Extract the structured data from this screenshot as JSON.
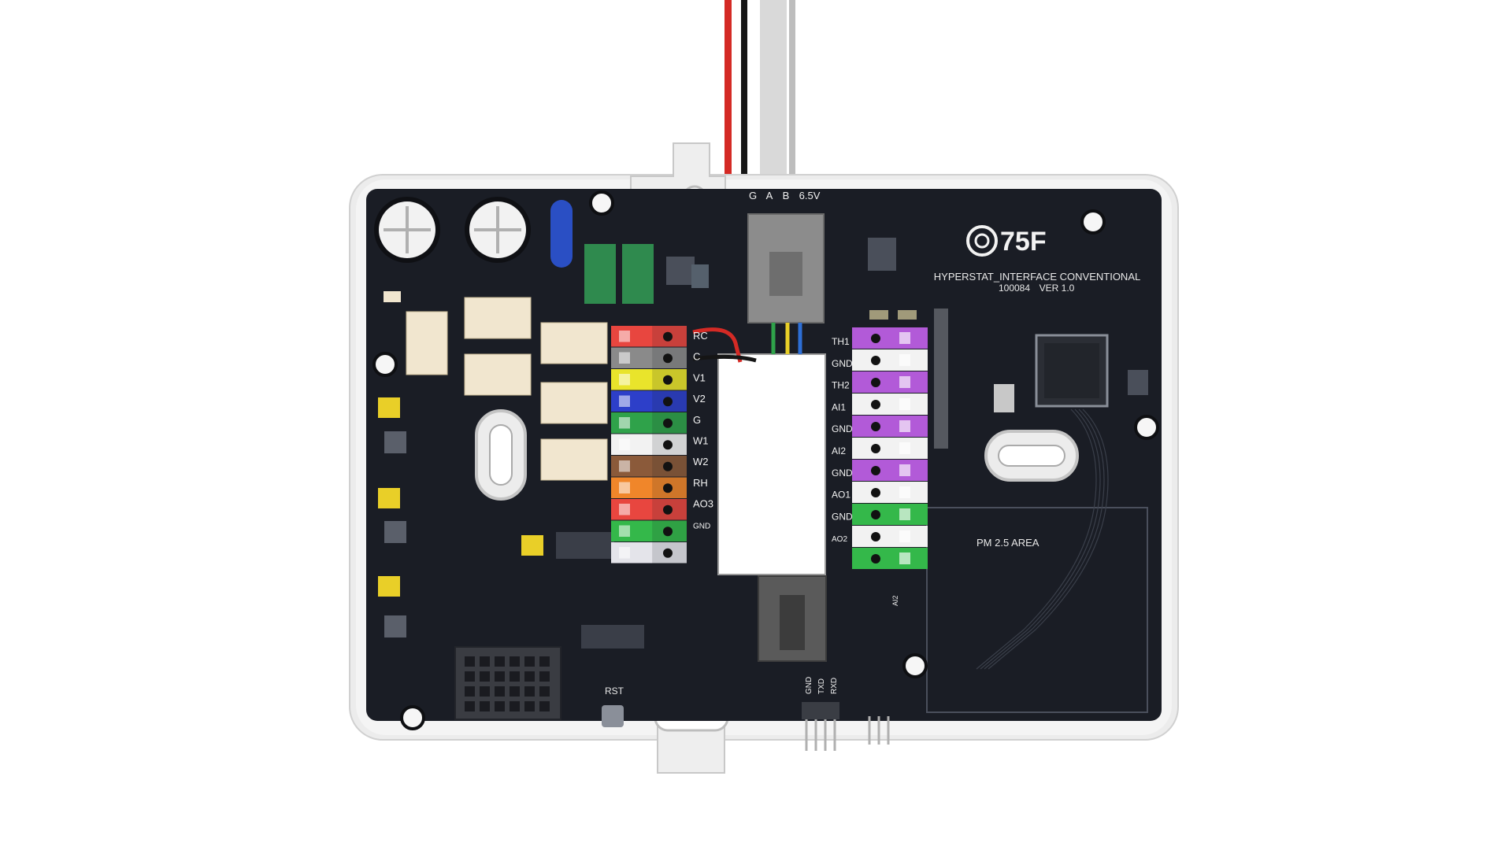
{
  "board": {
    "brand": "75F",
    "title": "HYPERSTAT_INTERFACE CONVENTIONAL",
    "part_number": "100084",
    "version": "VER 1.0",
    "top_header_labels": [
      "G",
      "A",
      "B",
      "6.5V"
    ],
    "pm_area_label": "PM  2.5  AREA",
    "reset_label": "RST",
    "bottom_header_labels": [
      "GND",
      "TXD",
      "RXD"
    ],
    "sensor_label": "AI2"
  },
  "left_terminal": {
    "labels": [
      "RC",
      "C",
      "V1",
      "V2",
      "G",
      "W1",
      "W2",
      "RH",
      "AO3",
      "GND"
    ],
    "colors": [
      "#e8463f",
      "#8a8a8a",
      "#e9e42b",
      "#2d3fc9",
      "#2fa24a",
      "#f2f2f2",
      "#8b5a3a",
      "#f0862a",
      "#e8463f",
      "#34b84a",
      "#e4e4ea"
    ]
  },
  "right_terminal": {
    "labels": [
      "TH1",
      "GND",
      "TH2",
      "AI1",
      "GND",
      "AI2",
      "GND",
      "AO1",
      "GND",
      "AO2"
    ],
    "colors": [
      "#b25ad8",
      "#f2f2f2",
      "#b25ad8",
      "#f2f2f2",
      "#b25ad8",
      "#f2f2f2",
      "#b25ad8",
      "#f2f2f2",
      "#34b84a",
      "#f2f2f2",
      "#34b84a"
    ]
  },
  "cable_colors": {
    "red": "#d42a25",
    "black": "#151515",
    "white": "#d8d8d8"
  },
  "pcb_color": "#1a1d25"
}
